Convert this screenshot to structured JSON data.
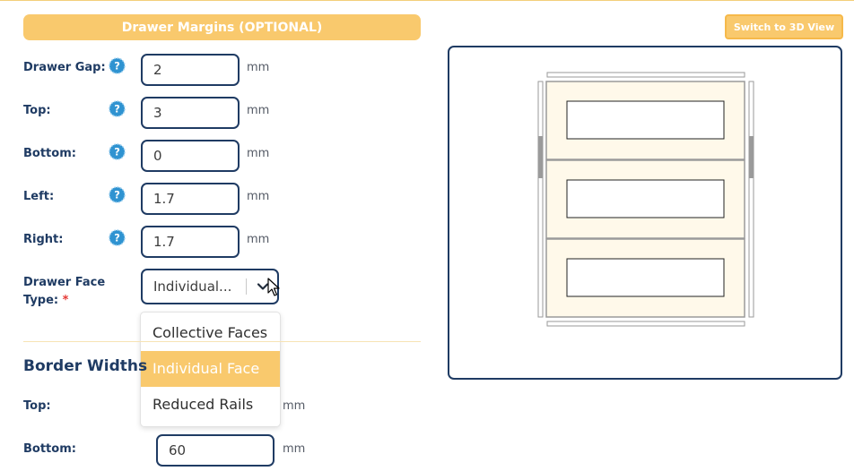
{
  "drawer_margins": {
    "header": "Drawer Margins (OPTIONAL)",
    "rows": [
      {
        "label": "Drawer Gap:",
        "value": "2",
        "unit": "mm"
      },
      {
        "label": "Top:",
        "value": "3",
        "unit": "mm"
      },
      {
        "label": "Bottom:",
        "value": "0",
        "unit": "mm"
      },
      {
        "label": "Left:",
        "value": "1.7",
        "unit": "mm"
      },
      {
        "label": "Right:",
        "value": "1.7",
        "unit": "mm"
      }
    ],
    "face_type": {
      "label": "Drawer Face",
      "label_line2": "Type:",
      "required_mark": "*",
      "selected": "Individual...",
      "options": [
        "Collective Faces",
        "Individual Face",
        "Reduced Rails"
      ]
    }
  },
  "border_widths": {
    "title": "Border Widths",
    "rows": [
      {
        "label": "Top:",
        "value": "",
        "unit": "mm"
      },
      {
        "label": "Bottom:",
        "value": "60",
        "unit": "mm"
      }
    ]
  },
  "preview": {
    "switch_button": "Switch to 3D View",
    "drawer_count": 3
  },
  "colors": {
    "accent": "#f9c96d",
    "navy": "#1f3b63",
    "help": "#2f93d1",
    "required": "#e53935",
    "drawer_fill": "#fff9ea"
  }
}
